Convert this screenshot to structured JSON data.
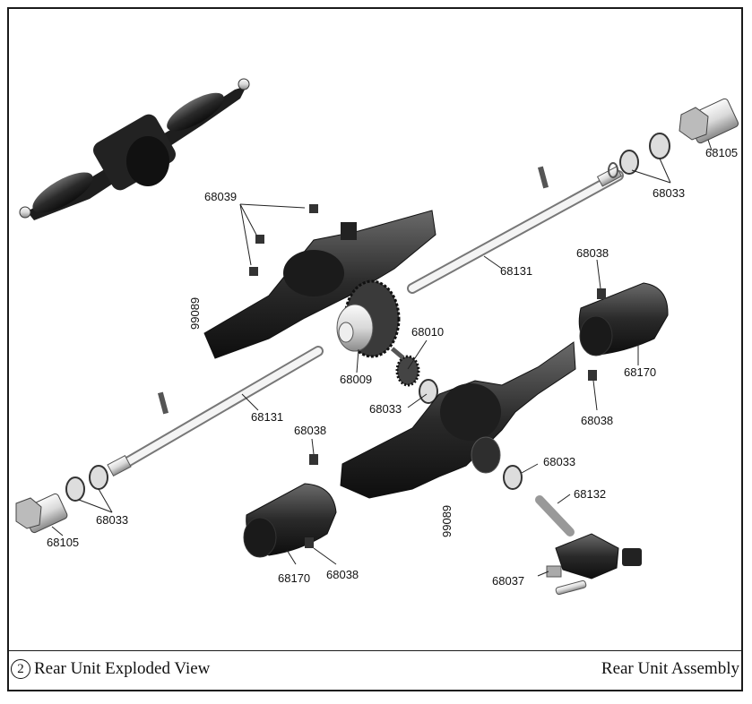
{
  "part_numbers": {
    "p68105_top": "68105",
    "p68033_top": "68033",
    "p68039": "68039",
    "p68131_top": "68131",
    "p68038_top": "68038",
    "p99089_top": "99089",
    "p68010": "68010",
    "p68009": "68009",
    "p68170_top": "68170",
    "p68033_mid": "68033",
    "p68038_mid": "68038",
    "p68131_bot": "68131",
    "p68038_left": "68038",
    "p68033_right": "68033",
    "p68132": "68132",
    "p99089_bot": "99089",
    "p68033_left": "68033",
    "p68105_left": "68105",
    "p68170_bot": "68170",
    "p68038_bot": "68038",
    "p68037": "68037"
  },
  "footer": {
    "step_number": "2",
    "left_title": "Rear  Unit Exploded View",
    "right_title": "Rear  Unit Assembly"
  }
}
